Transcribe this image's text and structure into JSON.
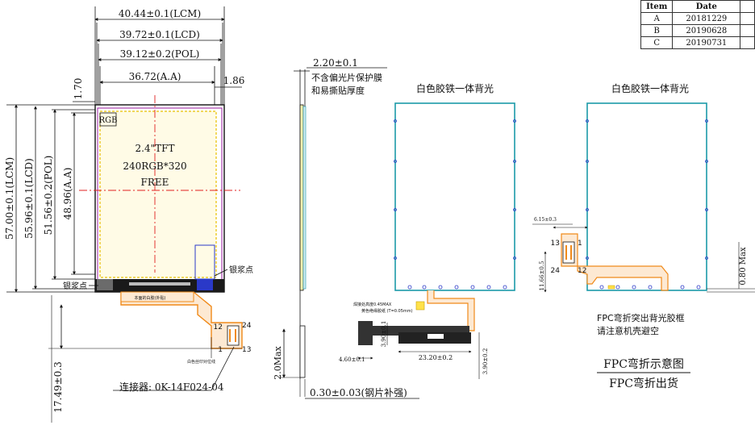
{
  "revision_table": {
    "headers": [
      "Item",
      "Date"
    ],
    "rows": [
      {
        "item": "A",
        "date": "20181229"
      },
      {
        "item": "B",
        "date": "20190628"
      },
      {
        "item": "C",
        "date": "20190731"
      }
    ]
  },
  "front_view": {
    "dim_lcm_width": "40.44±0.1(LCM)",
    "dim_lcd_width": "39.72±0.1(LCD)",
    "dim_pol_width": "39.12±0.2(POL)",
    "dim_aa_width": "36.72(A.A)",
    "dim_right_margin": "1.86",
    "dim_top_margin": "1.70",
    "dim_lcm_height": "57.00±0.1(LCM)",
    "dim_lcd_height": "55.96±0.1(LCD)",
    "dim_pol_height": "51.56±0.2(POL)",
    "dim_aa_height": "48.96(A.A)",
    "rgb_label": "RGB",
    "panel_size": "2.4\"TFT",
    "panel_resolution": "240RGB*320",
    "panel_free": "FREE",
    "glue_point_right": "银浆点",
    "glue_point_left": "银浆点",
    "fpc_small_note": "本面的白胶(外贴)",
    "pin_12": "12",
    "pin_24": "24",
    "pin_1": "1",
    "pin_13": "13",
    "fpc_bottom_note": "白色丝印对位线",
    "dim_fpc_length": "17.49±0.3",
    "connector": "连接器: 0K-14F024-04"
  },
  "side_view": {
    "dim_thickness": "2.20±0.1",
    "thickness_note_1": "不含偏光片保护膜",
    "thickness_note_2": "和易撕贴厚度",
    "dim_side": "2.0Max",
    "dim_steel": "0.30±0.03(钢片补强)"
  },
  "backlight_view_1": {
    "title": "白色胶铁一体背光",
    "note_1": "焊接处高度0.45MAX",
    "note_2": "黄色绝缘胶纸 (T=0.05mm)",
    "dim_width": "4.60±0.1",
    "dim_height": "3.90±0.1",
    "dim_length": "23.20±0.2",
    "dim_right": "3.90±0.2"
  },
  "backlight_view_2": {
    "title": "白色胶铁一体背光",
    "dim_top": "6.15±0.3",
    "dim_left": "11.66±0.5",
    "dim_right": "0.80 Max",
    "pin_13": "13",
    "pin_1": "1",
    "pin_24": "24",
    "pin_12": "12",
    "note_1": "FPC弯折突出背光胶框",
    "note_2": "请注意机壳避空",
    "legend_title": "FPC弯折示意图",
    "legend_sub": "FPC弯折出货"
  },
  "colors": {
    "lcm": "#111111",
    "aa_outline": "#e8c000",
    "aa_fill": "#fffbe6",
    "inner_outline": "#9b1fa3",
    "centerline": "#e02020",
    "fpc": "#f08a1a",
    "backlight": "#1c9aa8",
    "backlight_dot": "#2a39c8",
    "marker": "#2a39c8"
  }
}
